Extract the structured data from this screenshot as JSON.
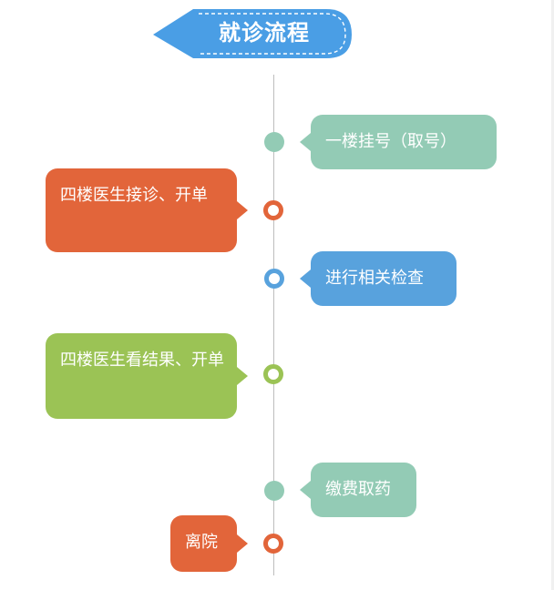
{
  "title": "就诊流程",
  "steps": [
    {
      "label": "一楼挂号（取号）",
      "side": "right",
      "marker": "filled",
      "color": "#93cbb5"
    },
    {
      "label": "四楼医生接诊、开单",
      "side": "left",
      "marker": "ring",
      "color": "#e2653a"
    },
    {
      "label": "进行相关检查",
      "side": "right",
      "marker": "ring",
      "color": "#58a2dd"
    },
    {
      "label": "四楼医生看结果、开单",
      "side": "left",
      "marker": "ring",
      "color": "#9bc355"
    },
    {
      "label": "缴费取药",
      "side": "right",
      "marker": "filled",
      "color": "#93cbb5"
    },
    {
      "label": "离院",
      "side": "left",
      "marker": "ring",
      "color": "#e2653a"
    }
  ],
  "colors": {
    "title_banner": "#4a9ee5",
    "timeline": "#bdbdbd"
  }
}
